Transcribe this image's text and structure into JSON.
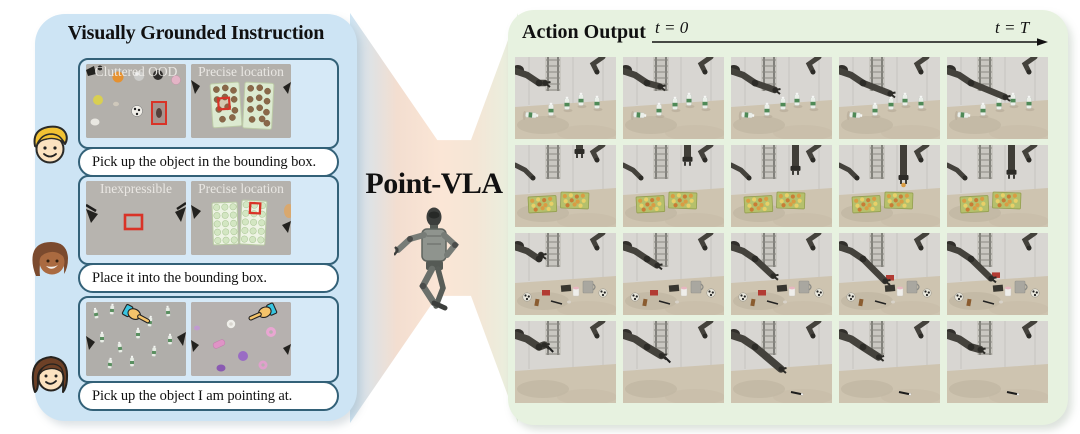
{
  "left_panel": {
    "title": "Visually Grounded Instruction",
    "bg_color": "#cde4f4",
    "border_color": "#336178",
    "cards": [
      {
        "avatar": "boy-blond-avatar",
        "images": [
          {
            "label": "Cluttered OOD",
            "scene": "cluttered-ood"
          },
          {
            "label": "Precise location",
            "scene": "trays-brown-balls"
          }
        ],
        "instruction": "Pick up the object in the bounding box."
      },
      {
        "avatar": "woman-darkskin-avatar",
        "images": [
          {
            "label": "Inexpressible",
            "scene": "inexpressible-box"
          },
          {
            "label": "Precise location",
            "scene": "trays-grid"
          }
        ],
        "instruction": "Place it into the bounding box."
      },
      {
        "avatar": "woman-brownhair-avatar",
        "images": [
          {
            "label": "",
            "scene": "bottles-pointing"
          },
          {
            "label": "",
            "scene": "objects-pointing"
          }
        ],
        "instruction": "Pick up the object I am pointing at."
      }
    ]
  },
  "center": {
    "model_name": "Point-VLA",
    "robot_icon": "humanoid-robot",
    "gradient": [
      "#cfe5f4",
      "#fbe6d6",
      "#e7f1e0"
    ]
  },
  "right_panel": {
    "title": "Action Output",
    "bg_color": "#e7f2e0",
    "timeline": {
      "start_label": "t = 0",
      "end_label": "t = T"
    },
    "rows": [
      {
        "scene": "bottles-table",
        "frames": [
          {
            "p": 0.0
          },
          {
            "p": 0.25
          },
          {
            "p": 0.5
          },
          {
            "p": 0.75
          },
          {
            "p": 1.0
          }
        ]
      },
      {
        "scene": "food-trays",
        "frames": [
          {
            "p": 0.0
          },
          {
            "p": 0.3
          },
          {
            "p": 0.65
          },
          {
            "p": 1.0
          },
          {
            "p": 0.8
          }
        ]
      },
      {
        "scene": "cluttered-table",
        "frames": [
          {
            "p": 0.0,
            "held": false
          },
          {
            "p": 0.4,
            "held": false
          },
          {
            "p": 0.8,
            "held": false
          },
          {
            "p": 1.0,
            "held": true
          },
          {
            "p": 0.9,
            "held": true
          }
        ]
      },
      {
        "scene": "pen-table",
        "frames": [
          {
            "p": 0.2,
            "pen": false
          },
          {
            "p": 0.55,
            "pen": false
          },
          {
            "p": 1.0,
            "pen": true
          },
          {
            "p": 0.6,
            "pen": true
          },
          {
            "p": 0.35,
            "pen": true
          }
        ]
      }
    ]
  },
  "colors": {
    "accent_red": "#d93327",
    "bubble_border": "#336178",
    "arrow": "#111111"
  }
}
